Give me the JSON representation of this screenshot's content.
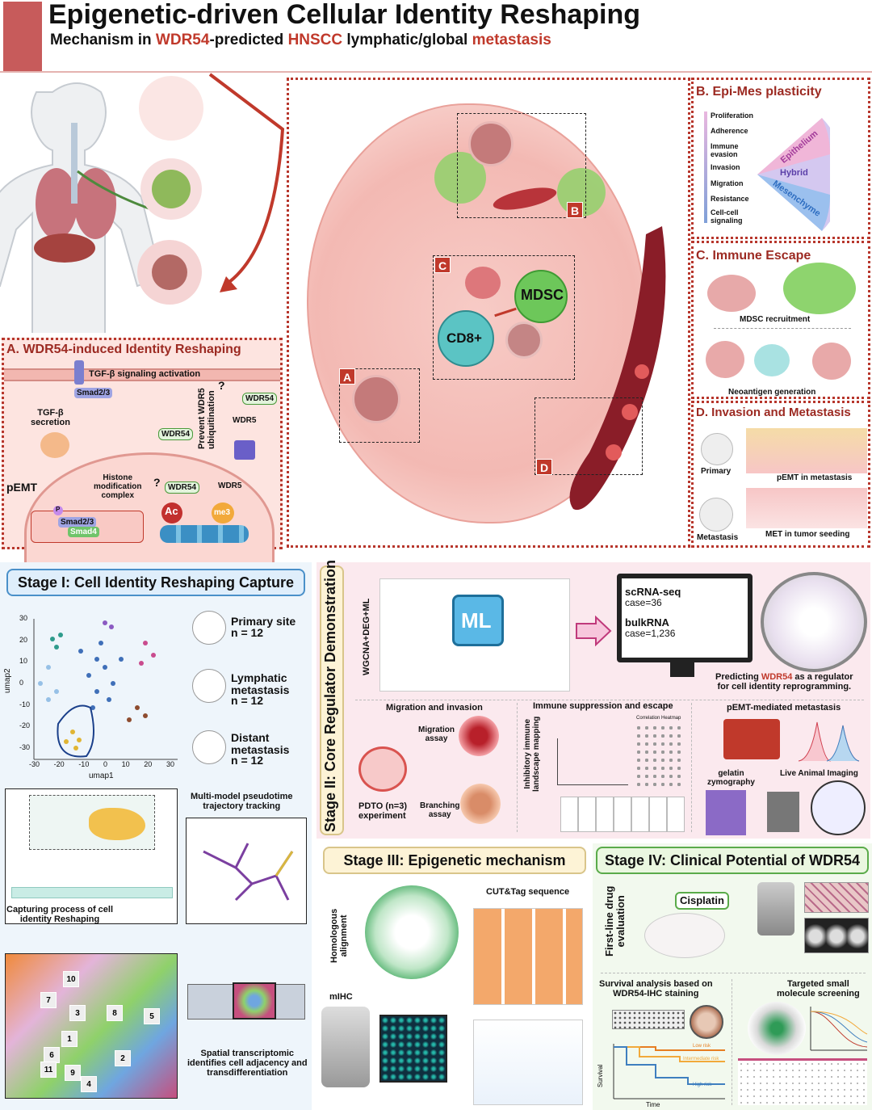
{
  "header": {
    "title": "Epigenetic-driven Cellular Identity Reshaping",
    "subtitle_parts": [
      "Mechanism in ",
      "WDR54",
      "-predicted ",
      "HNSCC",
      " lymphatic/global ",
      "metastasis"
    ]
  },
  "colors": {
    "accent": "#c0392b",
    "stage_bg": "#fbe9ee",
    "stage1_bg": "#eef5fb",
    "stage_pill": "#fdf3d6",
    "panel_bg": "#fde8e6"
  },
  "panelA": {
    "title": "A. WDR54-induced Identity Reshaping",
    "tgf_activation": "TGF-β signaling activation",
    "smad23": "Smad2/3",
    "tgf_secretion": "TGF-β\nsecretion",
    "prevent": "Prevent WDR5\nubiquitination",
    "wdr54": "WDR54",
    "wdr5": "WDR5",
    "histone": "Histone\nmodification\ncomplex",
    "q1": "?",
    "q2": "?",
    "pemt": "pEMT",
    "ac": "Ac",
    "me3": "me3",
    "p": "P",
    "smad4": "Smad4"
  },
  "panelB": {
    "title": "B. Epi-Mes plasticity",
    "list": [
      "Proliferation",
      "Adherence",
      "Immune\nevasion",
      "Invasion",
      "Migration",
      "Resistance",
      "Cell-cell\nsignaling"
    ],
    "states": [
      "Epithelium",
      "Hybrid",
      "Mesenchyme"
    ]
  },
  "panelC": {
    "title": "C. Immune Escape",
    "mdsc_recruit": "MDSC recruitment",
    "neoantigen": "Neoantigen generation"
  },
  "panelD": {
    "title": "D. Invasion and Metastasis",
    "primary": "Primary",
    "metastasis": "Metastasis",
    "pemt": "pEMT in metastasis",
    "met": "MET in tumor seeding"
  },
  "central": {
    "mdsc": "MDSC",
    "cd8": "CD8+",
    "labels": [
      "A",
      "B",
      "C",
      "D"
    ]
  },
  "stage1": {
    "title": "Stage I: Cell Identity Reshaping Capture",
    "umap_x": "umap1",
    "umap_y": "umap2",
    "x_ticks": [
      "-30",
      "-20",
      "-10",
      "0",
      "10",
      "20",
      "30"
    ],
    "y_ticks": [
      "30",
      "20",
      "10",
      "0",
      "-10",
      "-20",
      "-30"
    ],
    "legend": [
      {
        "name": "Primary site",
        "n": "n = 12"
      },
      {
        "name": "Lymphatic\nmetastasis",
        "n": "n = 12"
      },
      {
        "name": "Distant\nmetastasis",
        "n": "n = 12"
      }
    ],
    "capture": "Capturing process of cell\nidentity Reshaping",
    "pseudotime": "Multi-model pseudotime\ntrajectory tracking",
    "spatial": "Spatial transcriptomic\nidentifies cell adjacency and\ntransdifferentiation",
    "spot_labels": [
      "10",
      "7",
      "3",
      "8",
      "5",
      "1",
      "6",
      "11",
      "9",
      "4",
      "2"
    ]
  },
  "stage2": {
    "title": "Stage II: Core Regulator Demonstration",
    "wgcna": "WGCNA+DEG+ML",
    "ml": "ML",
    "scrna": "scRNA-seq",
    "scrna_case": "case=36",
    "bulk": "bulkRNA",
    "bulk_case": "case=1,236",
    "predict_pre": "Predicting ",
    "predict_gene": "WDR54",
    "predict_post": " as a regulator\nfor cell identity reprogramming.",
    "migration": "Migration and invasion",
    "pdto": "PDTO (n=3)\nexperiment",
    "mig_assay": "Migration\nassay",
    "branch_assay": "Branching\nassay",
    "immune": "Immune suppression and escape",
    "landscape": "Inhibitory immune\nlandscape mapping",
    "heatmap": "Correlation Heatmap",
    "pemt": "pEMT-mediated metastasis",
    "gelatin": "gelatin\nzymography",
    "live": "Live Animal Imaging"
  },
  "stage3": {
    "title": "Stage III: Epigenetic mechanism",
    "homologous": "Homologous\nalignment",
    "cut": "CUT&Tag sequence",
    "mihc": "mIHC"
  },
  "stage4": {
    "title": "Stage IV: Clinical Potential of WDR54",
    "firstline": "First-line drug\nevaluation",
    "cisplatin": "Cisplatin",
    "survival": "Survival analysis based on\nWDR54-IHC staining",
    "targeted": "Targeted small\nmolecule screening",
    "surv_y": "Survival",
    "surv_x": "Time",
    "risk": [
      "Low risk",
      "Intermediate risk",
      "High risk"
    ]
  }
}
